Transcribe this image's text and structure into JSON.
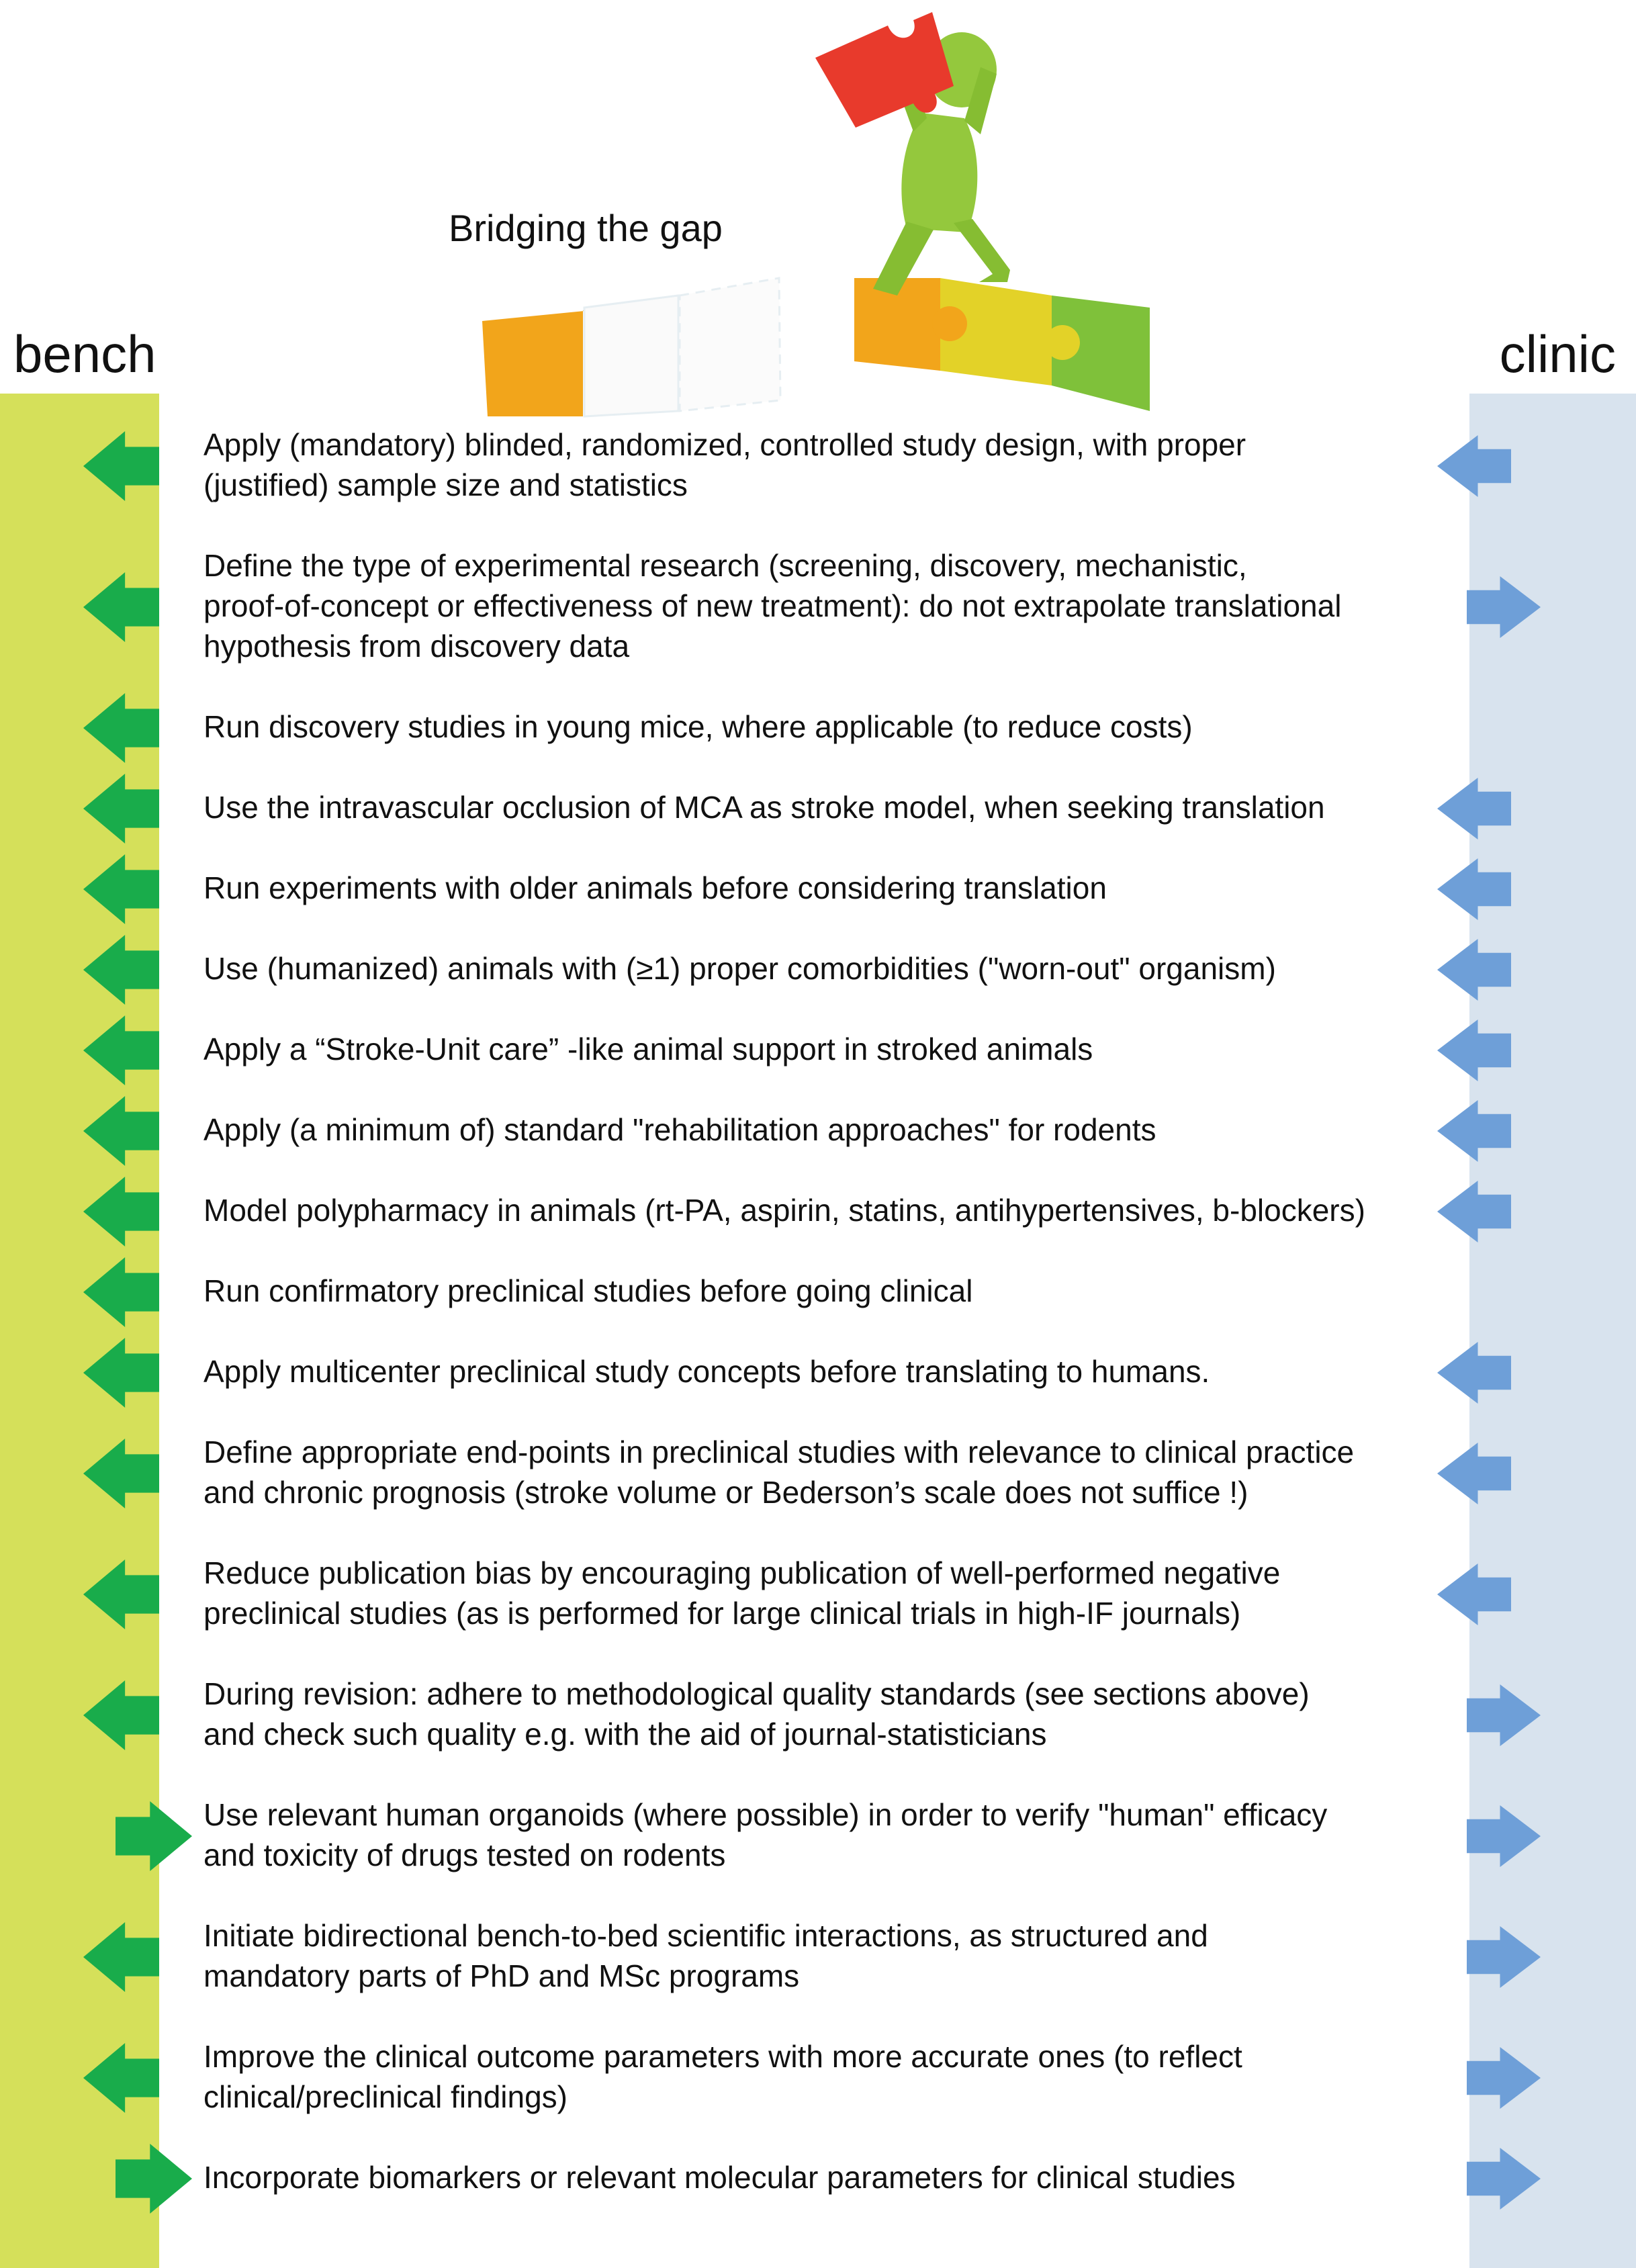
{
  "header": {
    "title": "Bridging the gap",
    "bench_label": "bench",
    "clinic_label": "clinic"
  },
  "colors": {
    "bench_band": "#d5e05a",
    "clinic_band": "#d8e3ee",
    "bench_arrow": "#19ac4b",
    "clinic_arrow": "#6e9fd8",
    "puzzle_orange": "#f2a51b",
    "puzzle_yellow": "#e3d228",
    "puzzle_green": "#7fc13a",
    "puzzle_red": "#e83a2c",
    "figure_green": "#94c83d"
  },
  "items": [
    {
      "lines": [
        "Apply (mandatory) blinded, randomized, controlled study design, with proper",
        "(justified) sample size and statistics"
      ],
      "bench_arrow": "left",
      "clinic_arrow": "left"
    },
    {
      "lines": [
        "Define the type of experimental research (screening, discovery, mechanistic,",
        "proof-of-concept or effectiveness of new treatment): do not extrapolate translational",
        "hypothesis from discovery data"
      ],
      "bench_arrow": "left",
      "clinic_arrow": "right"
    },
    {
      "lines": [
        "Run discovery studies in young mice, where applicable (to reduce costs)"
      ],
      "bench_arrow": "left",
      "clinic_arrow": "none"
    },
    {
      "lines": [
        "Use the intravascular occlusion of MCA as stroke model, when seeking translation"
      ],
      "bench_arrow": "left",
      "clinic_arrow": "left"
    },
    {
      "lines": [
        "Run experiments with older animals before considering translation"
      ],
      "bench_arrow": "left",
      "clinic_arrow": "left"
    },
    {
      "lines": [
        "Use (humanized) animals with (≥1) proper comorbidities (\"worn-out\" organism)"
      ],
      "bench_arrow": "left",
      "clinic_arrow": "left"
    },
    {
      "lines": [
        "Apply a “Stroke-Unit care” -like animal support in stroked animals"
      ],
      "bench_arrow": "left",
      "clinic_arrow": "left"
    },
    {
      "lines": [
        "Apply (a minimum of) standard \"rehabilitation approaches\" for rodents"
      ],
      "bench_arrow": "left",
      "clinic_arrow": "left"
    },
    {
      "lines": [
        "Model polypharmacy in animals (rt-PA, aspirin, statins, antihypertensives, b-blockers)"
      ],
      "bench_arrow": "left",
      "clinic_arrow": "left"
    },
    {
      "lines": [
        "Run confirmatory preclinical studies before going clinical"
      ],
      "bench_arrow": "left",
      "clinic_arrow": "none"
    },
    {
      "lines": [
        "Apply multicenter preclinical study concepts before translating to humans."
      ],
      "bench_arrow": "left",
      "clinic_arrow": "left"
    },
    {
      "lines": [
        "Define appropriate end-points in preclinical studies with relevance to clinical practice",
        "and chronic prognosis (stroke volume or Bederson’s scale does not suffice !)"
      ],
      "bench_arrow": "left",
      "clinic_arrow": "left"
    },
    {
      "lines": [
        "Reduce publication bias by encouraging publication of well-performed negative",
        "preclinical studies (as is performed for large clinical trials in high-IF journals)"
      ],
      "bench_arrow": "left",
      "clinic_arrow": "left"
    },
    {
      "lines": [
        "During revision: adhere to methodological quality standards (see sections above)",
        "and check such quality e.g. with the aid of journal-statisticians"
      ],
      "bench_arrow": "left",
      "clinic_arrow": "right"
    },
    {
      "lines": [
        "Use relevant human organoids (where possible) in order to verify \"human\" efficacy",
        "and toxicity of drugs tested on rodents"
      ],
      "bench_arrow": "right",
      "clinic_arrow": "right"
    },
    {
      "lines": [
        "Initiate bidirectional bench-to-bed scientific interactions, as structured and",
        "mandatory parts of PhD and MSc programs"
      ],
      "bench_arrow": "left",
      "clinic_arrow": "right"
    },
    {
      "lines": [
        "Improve the clinical outcome parameters with more accurate ones (to reflect",
        "clinical/preclinical findings)"
      ],
      "bench_arrow": "left",
      "clinic_arrow": "right"
    },
    {
      "lines": [
        "Incorporate biomarkers or relevant molecular parameters for clinical studies"
      ],
      "bench_arrow": "right",
      "clinic_arrow": "right"
    }
  ]
}
